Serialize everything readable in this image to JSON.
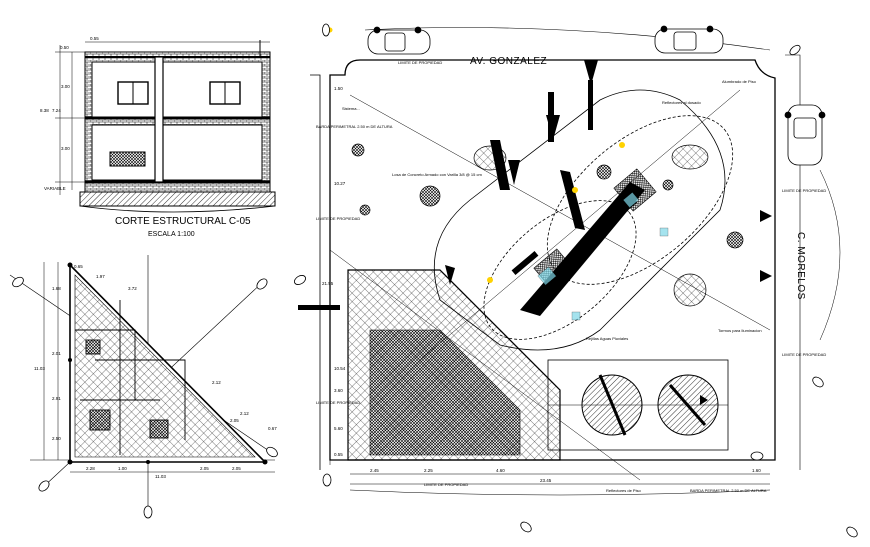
{
  "section_view": {
    "title": "CORTE ESTRUCTURAL C-05",
    "scale": "ESCALA 1:100",
    "level_label": "VARIABLE",
    "dims": [
      "0.50",
      "0.55",
      "3.00",
      "7.24",
      "8.38",
      "3.00"
    ]
  },
  "triangle_plan": {
    "dims": [
      "0.65",
      "1.97",
      "3.72",
      "1.68",
      "2.01",
      "11.03",
      "2.91",
      "2.50",
      "2.12",
      "2.05",
      "2.12",
      "0.67",
      "2.28",
      "1.00",
      "11.03",
      "2.05",
      "2.05"
    ]
  },
  "site_plan": {
    "street_top": "AV. GONZALEZ",
    "street_right": "C. MORELOS",
    "labels": [
      "LIMITE DE PROPIEDAD",
      "Alumbrado de Piso",
      "Reflectores al dosado",
      "BARDA PERIMETRAL 2.50 m DE ALTURA",
      "Sistema...",
      "Losa de Concreto Armado con Varilla 3/8 @ 15 cm",
      "LIMITE DE PROPIEDAD",
      "Tormos para Iluminacion",
      "Rejillas Aguas Pluviales",
      "Reflectores de Piso",
      "BARDA PERIMETRAL 2.50 m DE ALTURA",
      "LIMITE DE PROPIEDAD",
      "LIMITE DE PROPIEDAD",
      "LIMITE DE PROPIEDAD",
      "LIMITE DE PROPIEDAD"
    ],
    "dims_left": [
      "1.50",
      "10.27",
      "21.55",
      "10.54",
      "3.60",
      "5.60",
      "0.55"
    ],
    "dims_bottom": [
      "2.45",
      "2.25",
      "4.60",
      "23.45",
      "1.60"
    ]
  },
  "colors": {
    "ink": "#000000",
    "accent_yellow": "#ffd200",
    "accent_cyan": "#7fd8e8"
  }
}
